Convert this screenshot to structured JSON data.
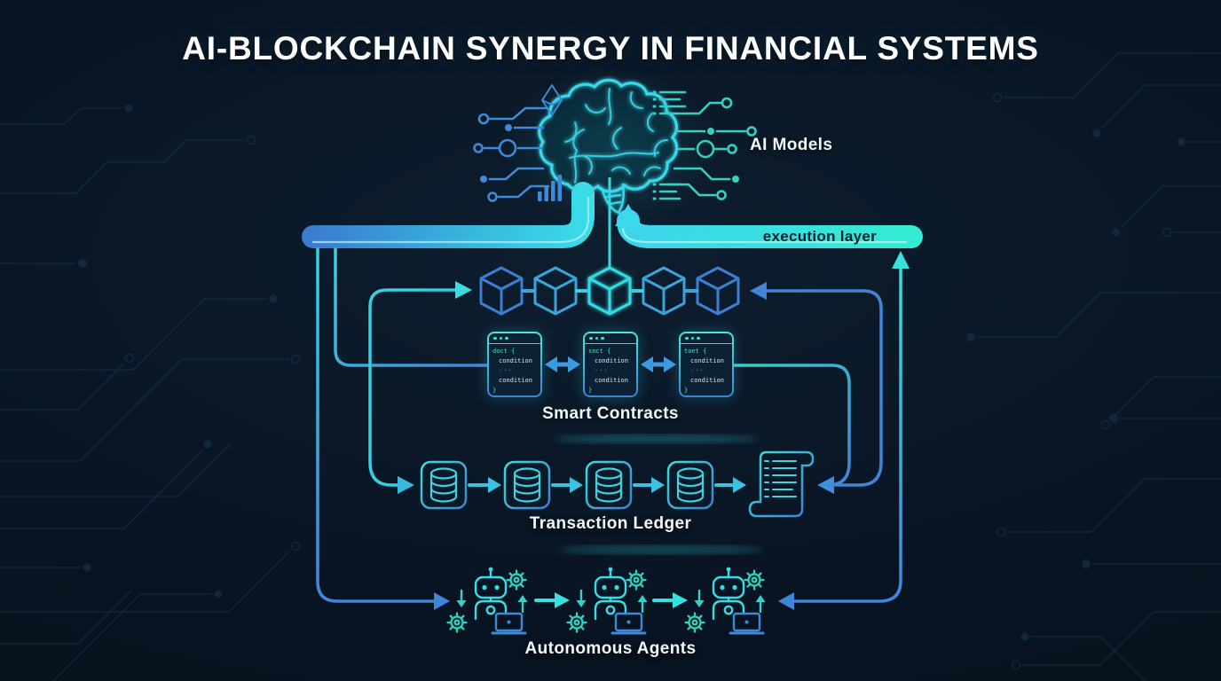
{
  "title": "AI-BLOCKCHAIN SYNERGY IN FINANCIAL SYSTEMS",
  "labels": {
    "ai_models": "AI Models",
    "execution_layer": "execution layer",
    "smart_contracts": "Smart Contracts",
    "transaction_ledger": "Transaction Ledger",
    "autonomous_agents": "Autonomous Agents"
  },
  "smart_contract_windows": [
    {
      "lines": [
        "doct {",
        "condition",
        "···",
        "condition",
        "}"
      ]
    },
    {
      "lines": [
        "snct {",
        "condition",
        "···",
        "condition",
        "}"
      ]
    },
    {
      "lines": [
        "toet {",
        "condition",
        "···",
        "condition",
        "}"
      ]
    }
  ],
  "diagram": {
    "blockchain_cubes": 5,
    "ledger_databases": 4,
    "autonomous_agents": 3
  },
  "colors": {
    "background": "#081220",
    "accent_cyan": "#35dce6",
    "accent_teal": "#2fe9cf",
    "accent_blue": "#3b82d6",
    "bar_text": "#07222e",
    "label_text": "#f2f7fb"
  }
}
